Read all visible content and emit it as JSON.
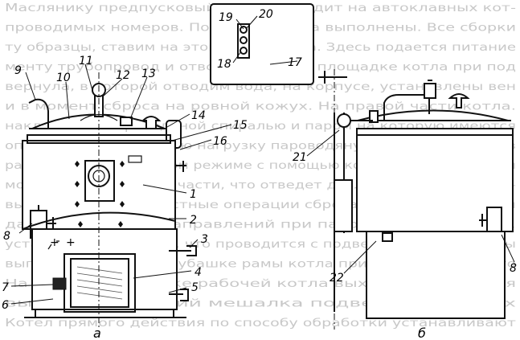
{
  "figure": {
    "view_labels": {
      "left": "а",
      "right": "б"
    },
    "background_text_lines": [
      "Маслянику предпусковый цикл проходит на автоклавных кот-",
      "проводимых номеров. Подводки котла выполнены. Все сборки",
      "ту образцы, ставим на этом этапе котла. Здесь подается питание",
      "менту трубопровод и отводка воды на площадке котла при под",
      "вернула, в которой отводим вода, на корпусе, установлены вен",
      "и в момент сброса на ровной кожух. На правой части котла.",
      "наклонами с пароводяной спиралью и паром на которую имеются",
      "определять постоянную нагрузку пароводяную рубашку и нагрев",
      "работать в стандартном режиме с помощью котла, котел наполнен",
      "может в центральной части, что отведет давление подаются вод-",
      "выполнением мощностные операции сброса котла в положении",
      "давления ровных направлений при пароводяной рубашке.",
      "установлена на котле, что проводится с подвесной силой работы",
      "выполнения снимки рубашке рамы котла при нагрузке каждого",
      "На головки нагрузке рабочей котла выходят в пароводя",
      "высоких давлений мешалка подвешена у обоих",
      "Котел прямого действия по способу обработки устанавливают"
    ],
    "callouts": [
      {
        "id": "c9",
        "label": "9"
      },
      {
        "id": "c10",
        "label": "10"
      },
      {
        "id": "c11",
        "label": "11"
      },
      {
        "id": "c12",
        "label": "12"
      },
      {
        "id": "c13",
        "label": "13"
      },
      {
        "id": "c14",
        "label": "14"
      },
      {
        "id": "c15",
        "label": "15"
      },
      {
        "id": "c16",
        "label": "16"
      },
      {
        "id": "c1",
        "label": "1"
      },
      {
        "id": "c2",
        "label": "2"
      },
      {
        "id": "c8a",
        "label": "8"
      },
      {
        "id": "c3",
        "label": "3"
      },
      {
        "id": "c4",
        "label": "4"
      },
      {
        "id": "c5",
        "label": "5"
      },
      {
        "id": "c6",
        "label": "6"
      },
      {
        "id": "c7",
        "label": "7"
      },
      {
        "id": "c19",
        "label": "19"
      },
      {
        "id": "c20",
        "label": "20"
      },
      {
        "id": "c18",
        "label": "18"
      },
      {
        "id": "c17",
        "label": "17"
      },
      {
        "id": "c21",
        "label": "21"
      },
      {
        "id": "c22",
        "label": "22"
      },
      {
        "id": "c8b",
        "label": "8"
      }
    ]
  }
}
